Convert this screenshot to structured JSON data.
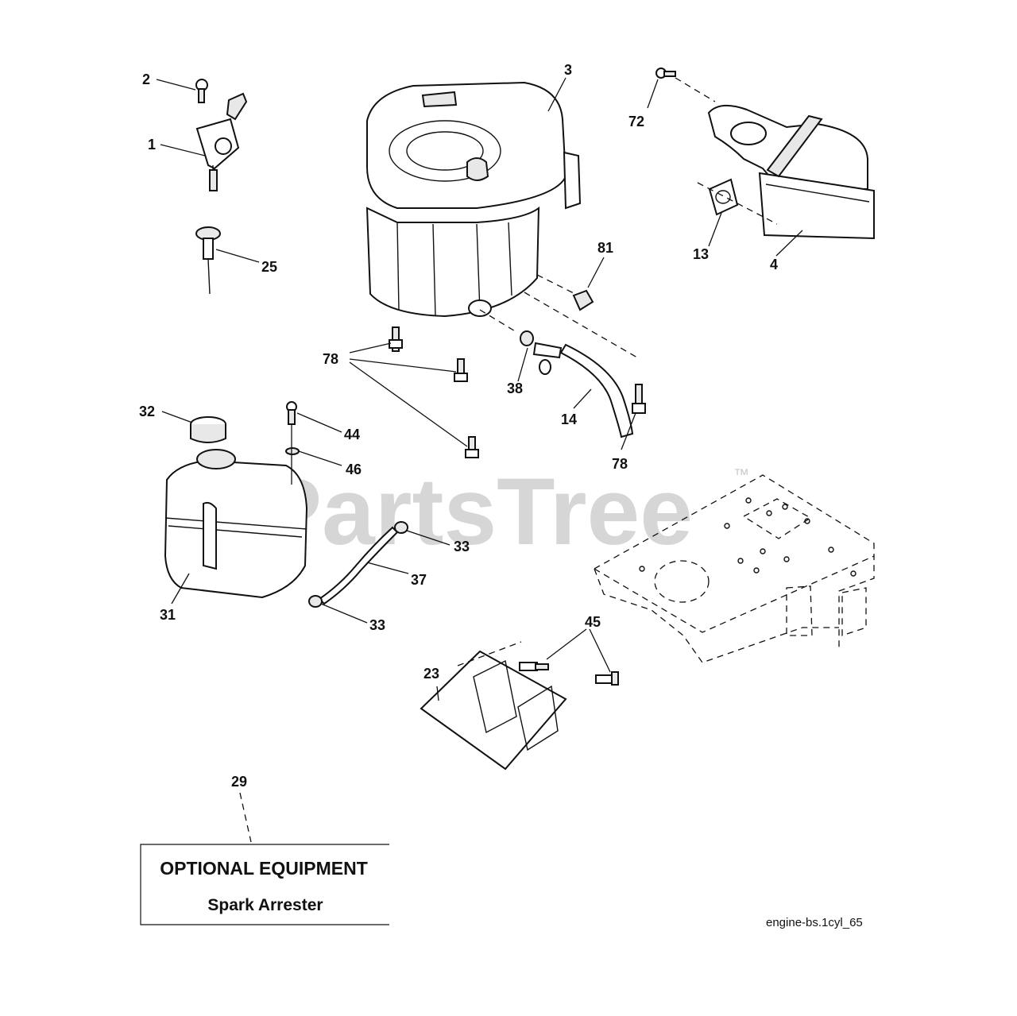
{
  "watermark": {
    "text": "PartsTree",
    "tm": "™"
  },
  "diagram_ref": "engine-bs.1cyl_65",
  "optional_box": {
    "title": "OPTIONAL EQUIPMENT",
    "subtitle": "Spark Arrester"
  },
  "callouts": {
    "c1": "1",
    "c2": "2",
    "c3": "3",
    "c4": "4",
    "c13": "13",
    "c14": "14",
    "c23": "23",
    "c25": "25",
    "c29": "29",
    "c31": "31",
    "c32": "32",
    "c33a": "33",
    "c33b": "33",
    "c37": "37",
    "c38": "38",
    "c44": "44",
    "c45": "45",
    "c46": "46",
    "c72": "72",
    "c78a": "78",
    "c78b": "78",
    "c81": "81"
  }
}
